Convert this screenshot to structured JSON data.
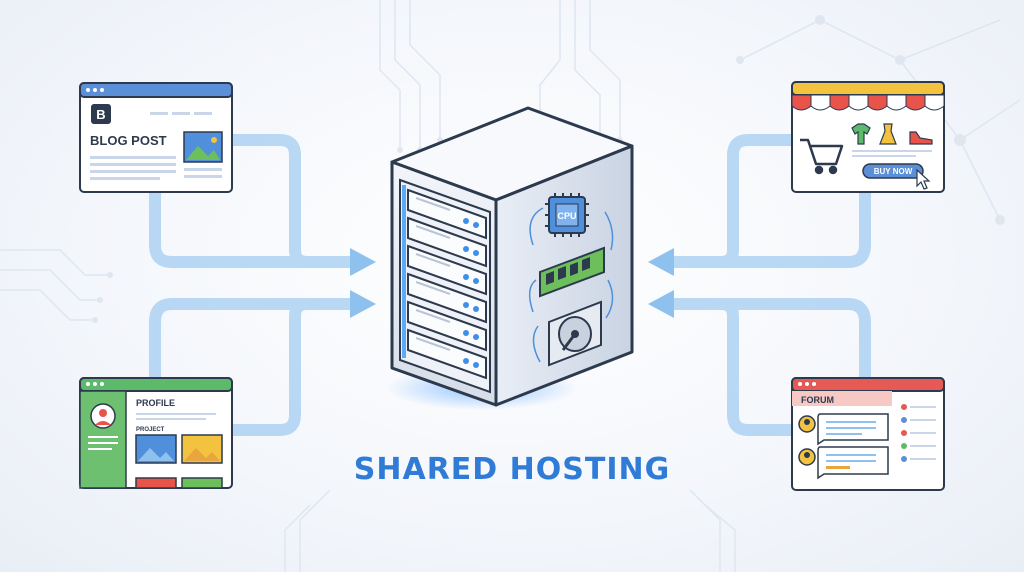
{
  "diagram": {
    "caption": "SHARED HOSTING",
    "server": {
      "chip_label": "CPU"
    },
    "blog": {
      "logo_letter": "B",
      "title": "BLOG POST"
    },
    "profile": {
      "title": "PROFILE",
      "section": "PROJECT"
    },
    "shop": {
      "button_label": "BUY NOW"
    },
    "forum": {
      "title": "FORUM"
    }
  },
  "colors": {
    "accent": "#2f7bd6",
    "arrow": "#8fc1ef",
    "blog_bar": "#5b8fd8",
    "profile_bar": "#5cba6a",
    "shop_awning_red": "#e8534a",
    "shop_bar": "#f3c340",
    "forum_bar": "#e65a55"
  }
}
